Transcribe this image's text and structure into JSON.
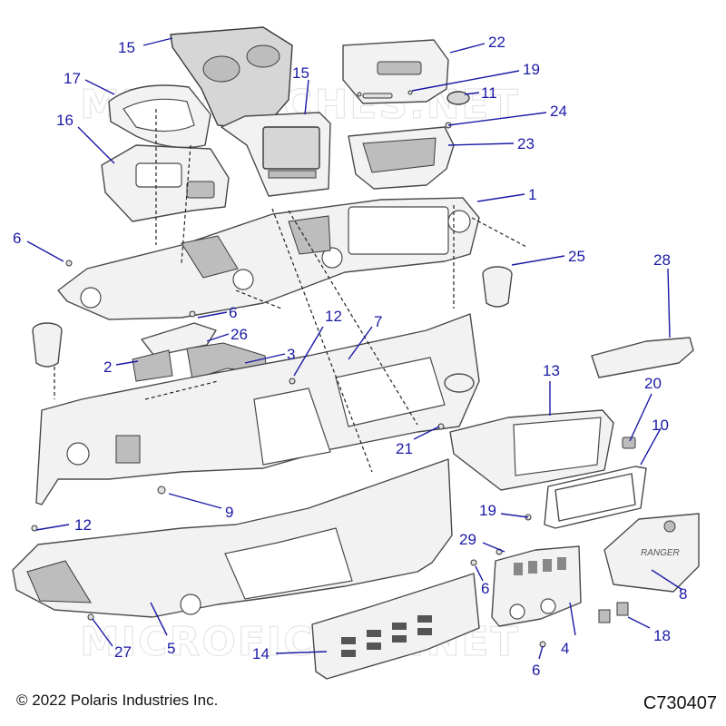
{
  "watermark": {
    "text": "MICROFICHES.NET"
  },
  "footer": {
    "copyright": "© 2022 Polaris Industries Inc.",
    "drawing_id": "C730407"
  },
  "glovebox_logo": "RANGER",
  "callouts": [
    {
      "id": "c-15a",
      "text": "15"
    },
    {
      "id": "c-22",
      "text": "22"
    },
    {
      "id": "c-17",
      "text": "17"
    },
    {
      "id": "c-15b",
      "text": "15"
    },
    {
      "id": "c-19a",
      "text": "19"
    },
    {
      "id": "c-11",
      "text": "11"
    },
    {
      "id": "c-16",
      "text": "16"
    },
    {
      "id": "c-24",
      "text": "24"
    },
    {
      "id": "c-23",
      "text": "23"
    },
    {
      "id": "c-1",
      "text": "1"
    },
    {
      "id": "c-6a",
      "text": "6"
    },
    {
      "id": "c-25",
      "text": "25"
    },
    {
      "id": "c-28",
      "text": "28"
    },
    {
      "id": "c-6b",
      "text": "6"
    },
    {
      "id": "c-12a",
      "text": "12"
    },
    {
      "id": "c-7",
      "text": "7"
    },
    {
      "id": "c-26",
      "text": "26"
    },
    {
      "id": "c-3",
      "text": "3"
    },
    {
      "id": "c-2",
      "text": "2"
    },
    {
      "id": "c-13",
      "text": "13"
    },
    {
      "id": "c-20",
      "text": "20"
    },
    {
      "id": "c-10",
      "text": "10"
    },
    {
      "id": "c-21",
      "text": "21"
    },
    {
      "id": "c-9",
      "text": "9"
    },
    {
      "id": "c-19b",
      "text": "19"
    },
    {
      "id": "c-12b",
      "text": "12"
    },
    {
      "id": "c-29",
      "text": "29"
    },
    {
      "id": "c-6c",
      "text": "6"
    },
    {
      "id": "c-8",
      "text": "8"
    },
    {
      "id": "c-27",
      "text": "27"
    },
    {
      "id": "c-5",
      "text": "5"
    },
    {
      "id": "c-14",
      "text": "14"
    },
    {
      "id": "c-4",
      "text": "4"
    },
    {
      "id": "c-18",
      "text": "18"
    },
    {
      "id": "c-6d",
      "text": "6"
    }
  ]
}
